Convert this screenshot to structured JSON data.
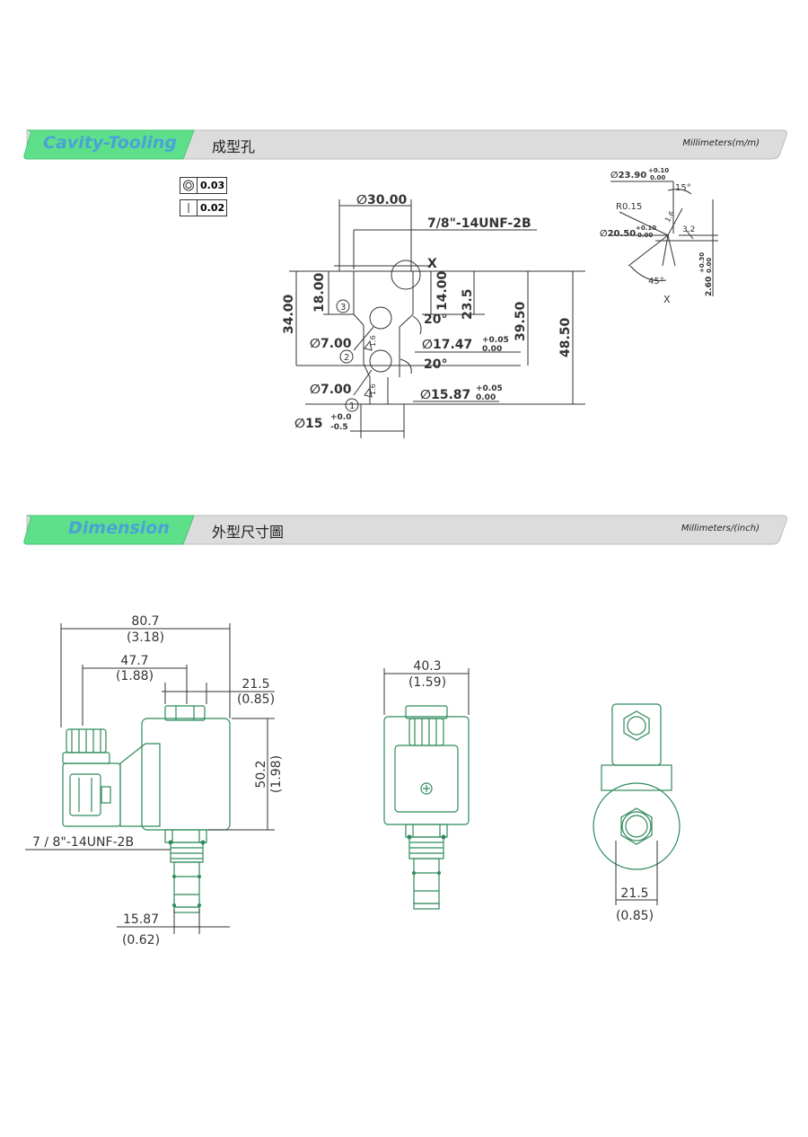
{
  "sections": {
    "cavity": {
      "title": "Cavity-Tooling",
      "subtitle": "成型孔",
      "unit": "Millimeters(m/m)"
    },
    "dimension": {
      "title": "Dimension",
      "subtitle": "外型尺寸圖",
      "unit": "Millimeters/(inch)"
    }
  },
  "tolerances": [
    {
      "symbol": "circularity-icon",
      "value": "0.03"
    },
    {
      "symbol": "perpendicularity-icon",
      "value": "0.02"
    }
  ],
  "cavity": {
    "d30": "∅30.00",
    "thread": "7/8\"-14UNF-2B",
    "x_mark": "X",
    "d34": "34.00",
    "d18": "18.00",
    "d14": "14.00",
    "d235": "23.5",
    "d395": "39.50",
    "d485": "48.50",
    "angle1": "20°",
    "angle2": "20°",
    "d7a": "∅7.00",
    "d7b": "∅7.00",
    "d1747": "∅17.47",
    "d1747_tol_up": "+0.05",
    "d1747_tol_dn": "0.00",
    "d1587": "∅15.87",
    "d1587_tol_up": "+0.05",
    "d1587_tol_dn": "0.00",
    "d15": "∅15",
    "d15_tol_up": "+0.0",
    "d15_tol_dn": "-0.5",
    "port1": "1",
    "port2": "2",
    "port3": "3",
    "rough1": "1.6",
    "rough2": "1.6"
  },
  "detail_x": {
    "d2390": "∅23.90",
    "d2390_up": "+0.10",
    "d2390_dn": "0.00",
    "r015": "R0.15",
    "d2050": "∅20.50",
    "d2050_up": "+0.10",
    "d2050_dn": "0.00",
    "a15": "15°",
    "a45": "45°",
    "r16": "1.6",
    "v32": "3.2",
    "d260": "2.60",
    "d260_up": "+0.30",
    "d260_dn": "0.00",
    "x_mark": "X"
  },
  "dimension": {
    "w807": "80.7",
    "w807_in": "(3.18)",
    "w477": "47.7",
    "w477_in": "(1.88)",
    "w215": "21.5",
    "w215_in": "(0.85)",
    "h502": "50.2",
    "h502_in": "(1.98)",
    "thread": "7 / 8\"-14UNF-2B",
    "w1587": "15.87",
    "w1587_in": "(0.62)",
    "w403": "40.3",
    "w403_in": "(1.59)",
    "w215b": "21.5",
    "w215b_in": "(0.85)"
  },
  "colors": {
    "banner_green": "#5ee08a",
    "banner_gray": "#dcdcdc",
    "outline_green": "#2f8a5a",
    "title_blue": "#4aa3d6"
  }
}
